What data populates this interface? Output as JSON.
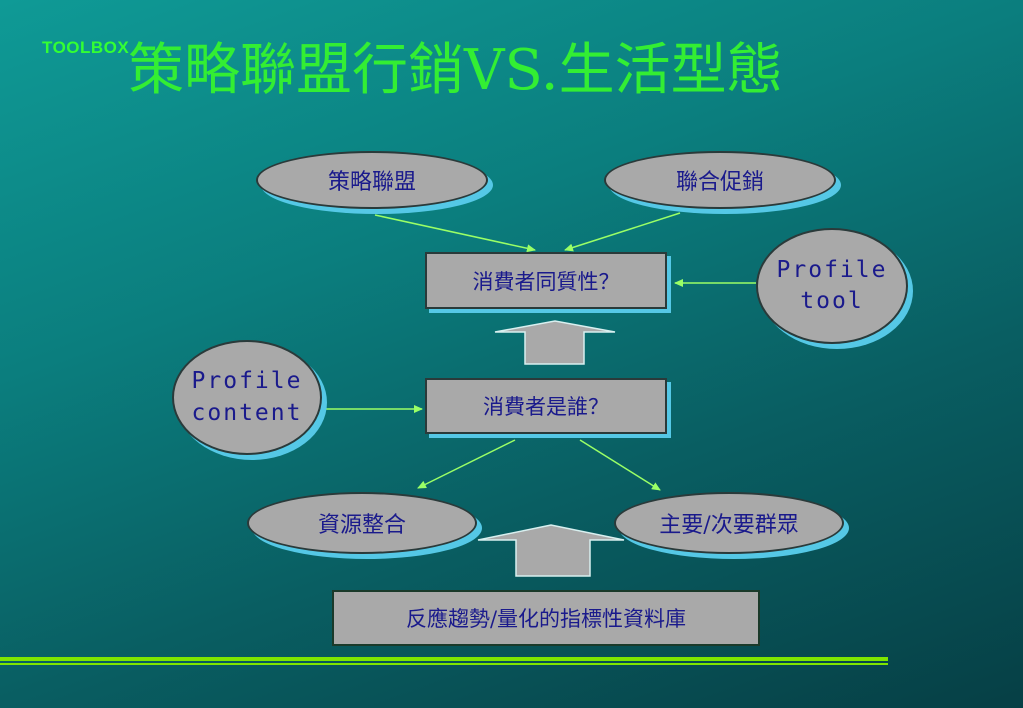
{
  "header": {
    "brand": "TOOLBOX",
    "title": "策略聯盟行銷VS.生活型態"
  },
  "nodes": {
    "alliance": "策略聯盟",
    "joint_promotion": "聯合促銷",
    "homogeneity": "消費者同質性？",
    "profile_tool": [
      "Profile",
      "tool"
    ],
    "profile_content": [
      "Profile",
      "content"
    ],
    "who": "消費者是誰？",
    "resource_integration": "資源整合",
    "target_groups": "主要/次要群眾",
    "database": "反應趨勢/量化的指標性資料庫"
  },
  "colors": {
    "accent_green": "#33ee33",
    "node_fill": "#a9a9a9",
    "node_shadow": "#55c8e6",
    "node_text": "#1a1a8c",
    "connector": "#9aff66"
  }
}
